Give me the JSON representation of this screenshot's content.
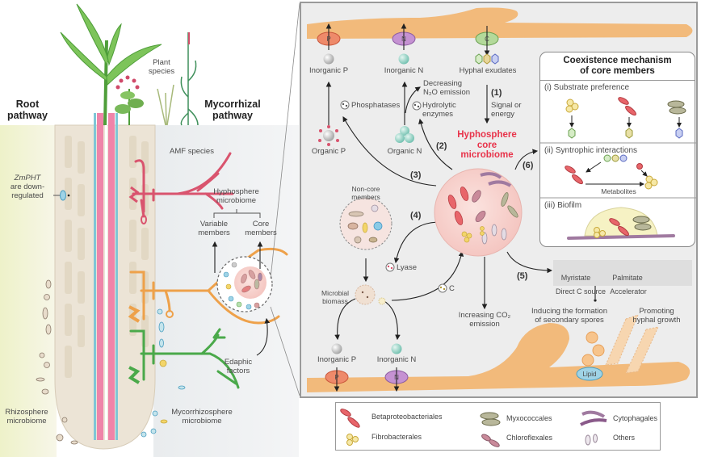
{
  "left": {
    "plant_species_label": [
      "Plant",
      "species"
    ],
    "root_pathway_label": [
      "Root",
      "pathway"
    ],
    "mycorrhizal_pathway_label": [
      "Mycorrhizal",
      "pathway"
    ],
    "zmpht_label": [
      "ZmPHT",
      "are down-",
      "regulated"
    ],
    "amf_species_label": "AMF species",
    "hyphosphere_microbiome_label": [
      "Hyphosphere",
      "microbiome"
    ],
    "variable_members_label": [
      "Variable",
      "members"
    ],
    "core_members_label": [
      "Core",
      "members"
    ],
    "edaphic_factors_label": [
      "Edaphic",
      "factors"
    ],
    "rhizosphere_label": [
      "Rhizosphere",
      "microbiome"
    ],
    "mycorrhizosphere_label": [
      "Mycorrhizosphere",
      "microbiome"
    ]
  },
  "panel": {
    "transporters": {
      "p": "P",
      "n": "N",
      "c": "C",
      "lipid": "Lipid"
    },
    "inorganic_p": "Inorganic P",
    "inorganic_n": "Inorganic N",
    "hyphal_exudates": "Hyphal exudates",
    "decreasing_n2o": [
      "Decreasing",
      "N₂O emission"
    ],
    "phosphatases": "Phosphatases",
    "hydrolytic_enzymes": [
      "Hydrolytic",
      "enzymes"
    ],
    "step1": "(1)",
    "signal_or_energy": [
      "Signal or",
      "energy"
    ],
    "organic_p": "Organic P",
    "organic_n": "Organic N",
    "step2": "(2)",
    "core_title": [
      "Hyphosphere",
      "core",
      "microbiome"
    ],
    "step3": "(3)",
    "step4": "(4)",
    "step5": "(5)",
    "step6": "(6)",
    "non_core_members": [
      "Non-core",
      "members"
    ],
    "lyase": "Lyase",
    "c_label": "C",
    "microbial_biomass": [
      "Microbial",
      "biomass"
    ],
    "increasing_co2": [
      "Increasing CO₂",
      "emission"
    ],
    "inorganic_p_bottom": "Inorganic P",
    "inorganic_n_bottom": "Inorganic N",
    "myristate": "Myristate",
    "palmitate": "Palmitate",
    "direct_c_source": "Direct C source",
    "accelerator": "Accelerator",
    "secondary_spores": [
      "Inducing the formation",
      "of secondary spores"
    ],
    "hyphal_growth": [
      "Promoting",
      "hyphal growth"
    ]
  },
  "coexistence": {
    "title": [
      "Coexistence mechanism",
      "of core members"
    ],
    "substrate_preference": "(i) Substrate preference",
    "syntrophic_interactions": "(ii) Syntrophic interactions",
    "metabolites": "Metabolites",
    "biofilm": "(iii) Biofilm"
  },
  "legend": {
    "items": [
      {
        "label": "Betaproteobacteriales",
        "color": "#e8656a"
      },
      {
        "label": "Fibrobacterales",
        "color": "#f3d56a"
      },
      {
        "label": "Myxococcales",
        "color": "#b8b79a"
      },
      {
        "label": "Chloroflexales",
        "color": "#c98a9a"
      },
      {
        "label": "Cytophagales",
        "color": "#a07aa0"
      },
      {
        "label": "Others",
        "color": "#d8d0d8"
      }
    ]
  },
  "colors": {
    "hypha": "#f2b46e",
    "title_red": "#e8334a",
    "amf_pink": "#d9546e",
    "amf_orange": "#eea14a",
    "amf_green": "#4aa94a",
    "stele_pink": "#ef84a9",
    "stele_blue": "#7fc6d6"
  }
}
